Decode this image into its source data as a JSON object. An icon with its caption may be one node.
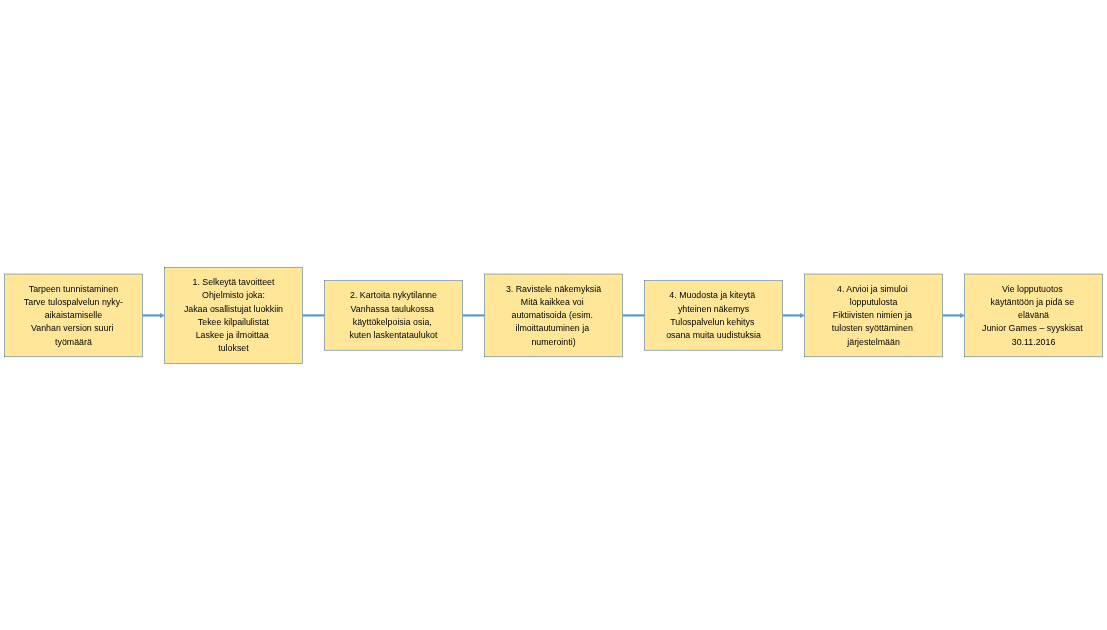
{
  "diagram": {
    "nodes": [
      {
        "text": [
          "Tarpeen tunnistaminen",
          "Tarve tulospalvelun nyky-aikaistamiselle",
          "Vanhan version suuri työmäärä"
        ]
      },
      {
        "text": [
          "1. Selkeytä tavoitteet",
          "Ohjelmisto joka:",
          "Jakaa osallistujat luokkiin",
          "Tekee kilpailulistat",
          "Laskee ja ilmoittaa tulokset"
        ]
      },
      {
        "text": [
          "2. Kartoita nykytilanne",
          "Vanhassa taulukossa käyttökelpoisia osia, kuten laskentataulukot"
        ]
      },
      {
        "text": [
          "3. Ravistele näkemyksiä",
          "Mitä kaikkea voi automatisoida (esim. ilmoittautuminen ja numerointi)"
        ]
      },
      {
        "text": [
          "4. Muodosta ja kiteytä yhteinen näkemys",
          "Tulospalvelun kehitys osana muita uudistuksia"
        ]
      },
      {
        "text": [
          "4. Arvioi ja simuloi lopputulosta",
          "Fiktiivisten nimien ja tulosten syöttäminen järjestelmään"
        ]
      },
      {
        "text": [
          "Vie lopputuotos käytäntöön ja pidä se elävänä",
          "Junior Games – syyskisat 30.11.2016"
        ]
      }
    ],
    "edges": [
      {
        "from": 0,
        "to": 1,
        "arrow": "to"
      },
      {
        "from": 1,
        "to": 2,
        "arrow": "none"
      },
      {
        "from": 2,
        "to": 3,
        "arrow": "none"
      },
      {
        "from": 3,
        "to": 4,
        "arrow": "none"
      },
      {
        "from": 4,
        "to": 5,
        "arrow": "to"
      },
      {
        "from": 5,
        "to": 6,
        "arrow": "to"
      }
    ]
  }
}
